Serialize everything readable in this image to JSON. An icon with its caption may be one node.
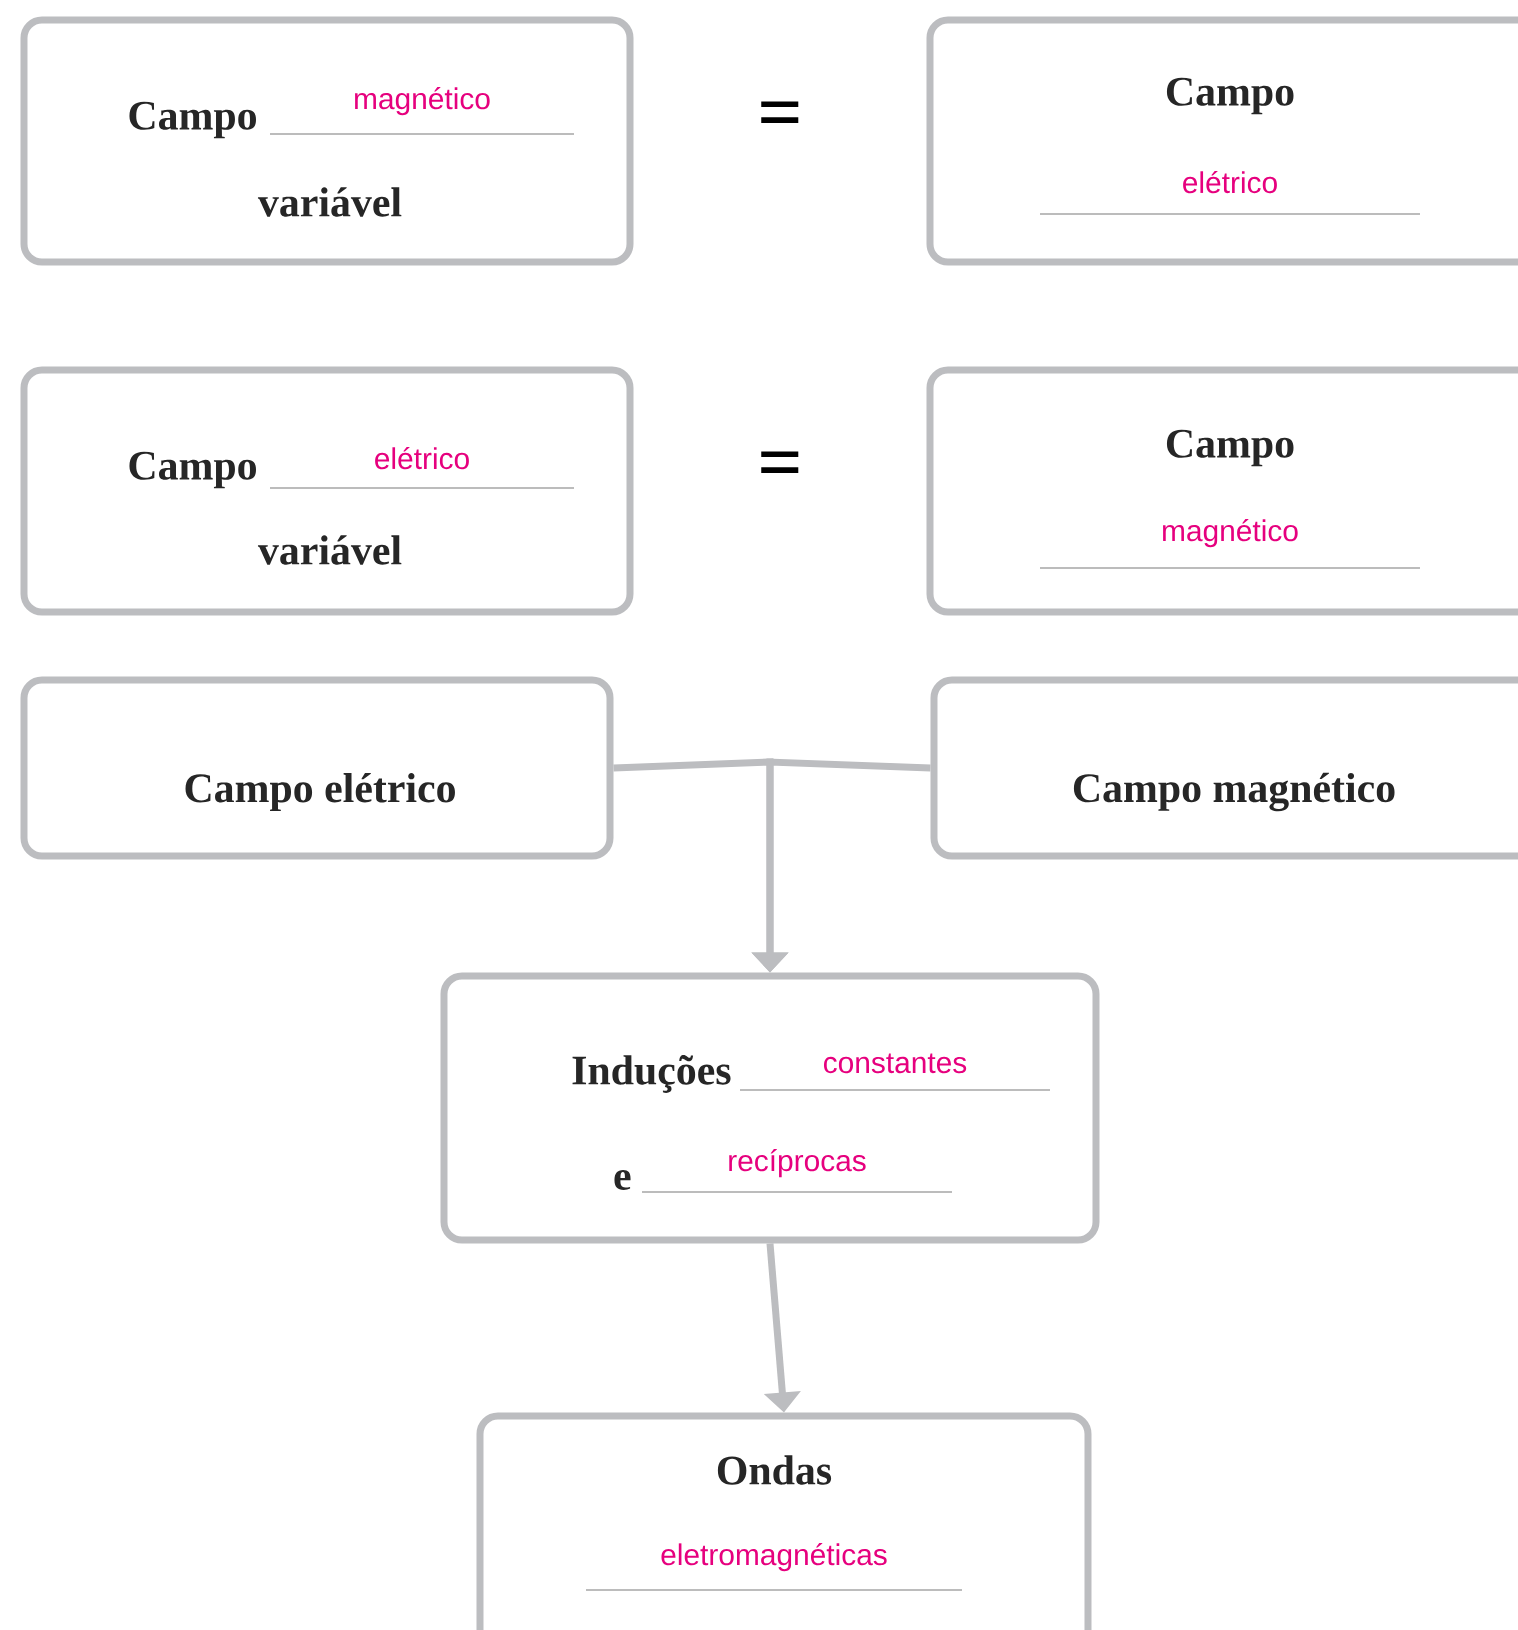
{
  "diagram": {
    "nodes": [
      {
        "text": [
          "Campo",
          "magnético",
          "variável"
        ]
      },
      {
        "text": [
          "Campo",
          "elétrico"
        ]
      },
      {
        "text": [
          "Campo",
          "elétrico",
          "variável"
        ]
      },
      {
        "text": [
          "Campo",
          "magnético"
        ]
      },
      {
        "text": [
          "Campo elétrico"
        ]
      },
      {
        "text": [
          "Campo magnético"
        ]
      },
      {
        "text": [
          "Induções",
          "constantes",
          "e",
          "recíprocas"
        ]
      },
      {
        "text": [
          "Ondas",
          "eletromagnéticas"
        ]
      }
    ],
    "edges": [
      {
        "from": 4,
        "to": 6,
        "arrow": "to"
      },
      {
        "from": 5,
        "to": 6,
        "arrow": "to"
      },
      {
        "from": 6,
        "to": 7,
        "arrow": "to"
      }
    ],
    "labels": [
      "=",
      "="
    ]
  }
}
